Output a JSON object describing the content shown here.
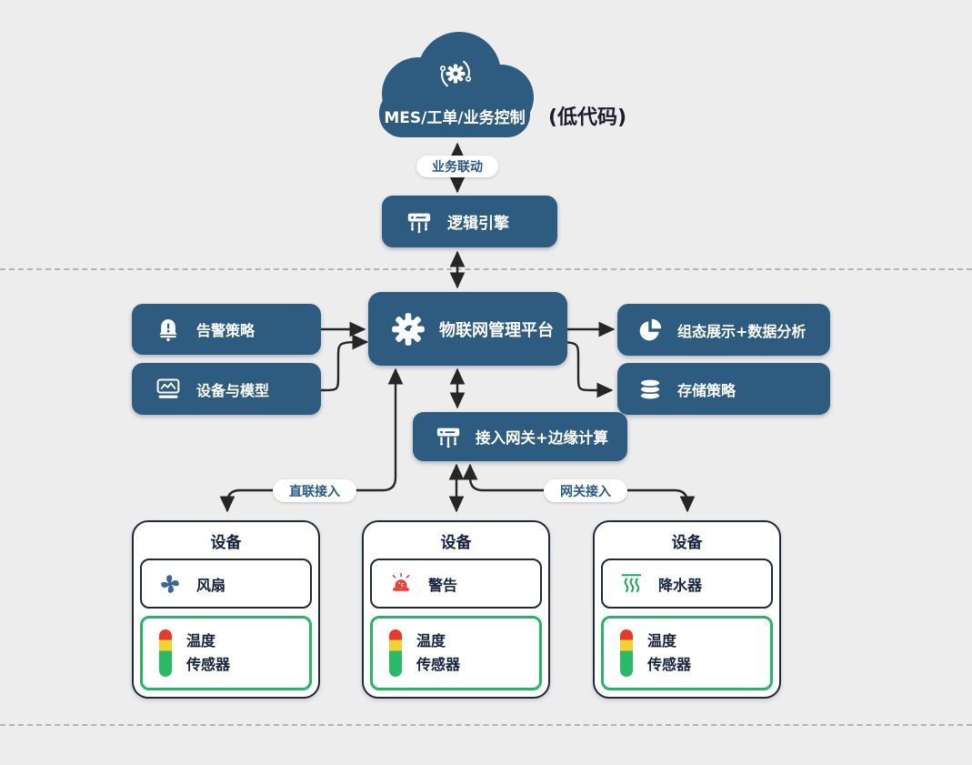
{
  "cloud": {
    "label": "MES/工单/业务控制",
    "note": "(低代码)",
    "icon": "automation-gear-icon"
  },
  "connector_labels": {
    "business": "业务联动",
    "direct": "直联接入",
    "gateway": "网关接入"
  },
  "nodes": {
    "logic_engine": {
      "label": "逻辑引擎",
      "icon": "gateway-icon"
    },
    "platform": {
      "label": "物联网管理平台",
      "icon": "iot-gear-icon"
    },
    "alert_policy": {
      "label": "告警策略",
      "icon": "alarm-bell-icon"
    },
    "device_model": {
      "label": "设备与模型",
      "icon": "device-model-icon"
    },
    "hmi_analytics": {
      "label": "组态展示+数据分析",
      "icon": "pie-chart-icon"
    },
    "storage_policy": {
      "label": "存储策略",
      "icon": "database-icon"
    },
    "edge_gateway": {
      "label": "接入网关+边缘计算",
      "icon": "gateway-icon"
    }
  },
  "devices": [
    {
      "title": "设备",
      "actuator": {
        "label": "风扇",
        "icon": "fan-icon"
      },
      "sensor": {
        "lines": [
          "温度",
          "传感器"
        ],
        "icon": "temperature-level-icon"
      }
    },
    {
      "title": "设备",
      "actuator": {
        "label": "警告",
        "icon": "siren-icon",
        "icon_text": "°c"
      },
      "sensor": {
        "lines": [
          "温度",
          "传感器"
        ],
        "icon": "temperature-level-icon"
      }
    },
    {
      "title": "设备",
      "actuator": {
        "label": "降水器",
        "icon": "steam-waves-icon"
      },
      "sensor": {
        "lines": [
          "温度",
          "传感器"
        ],
        "icon": "temperature-level-icon"
      }
    }
  ],
  "colors": {
    "node_blue": "#2e5c80",
    "background": "#ededee",
    "sensor_green": "#25b567",
    "arrow": "#262626",
    "connector_text_blue": "#27598a",
    "traffic_red": "#e8392f",
    "traffic_yellow": "#f0d32f",
    "traffic_green": "#2ab966",
    "fan_blue": "#3c6694",
    "siren_red": "#f23d36",
    "steam_green": "#19a95f"
  }
}
